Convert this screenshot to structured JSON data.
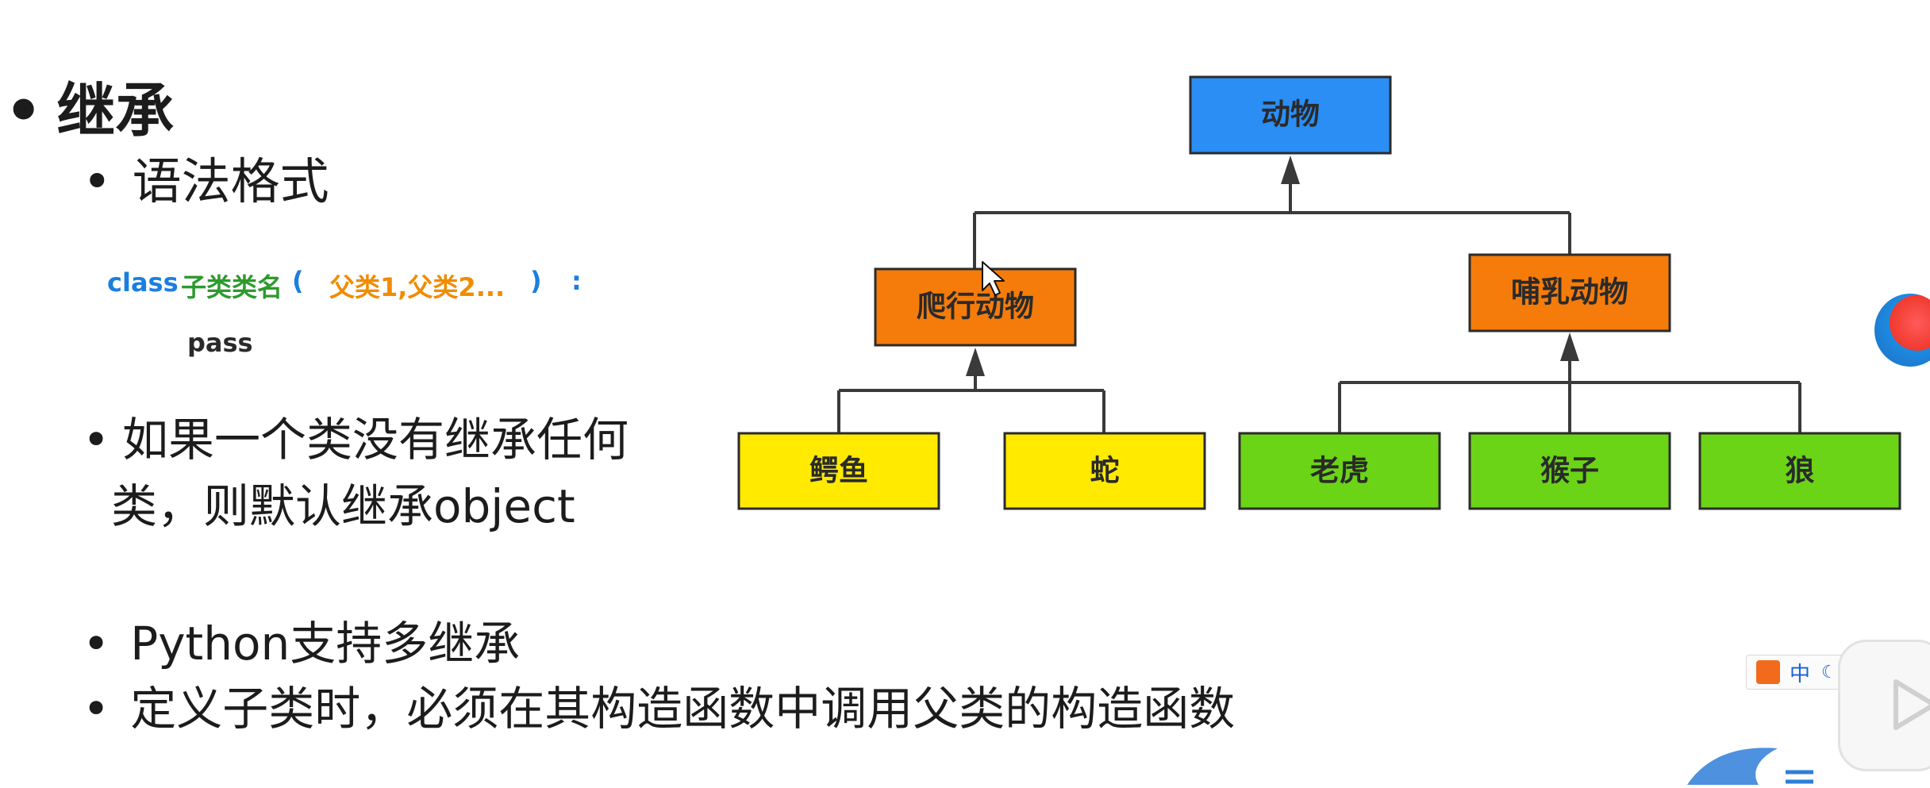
{
  "heading": {
    "bullet": "•",
    "title": "继承"
  },
  "syntax": {
    "bullet": "•",
    "label": "语法格式",
    "code": {
      "keyword": "class",
      "subclass": "子类类名",
      "open_paren": "(",
      "parents": "父类1,父类2...",
      "close_paren": ")",
      "colon": ":",
      "body": "pass"
    }
  },
  "points": [
    {
      "bullet": "•",
      "line1": "如果一个类没有继承任何",
      "line2": "类，则默认继承object"
    },
    {
      "bullet": "•",
      "text": "Python支持多继承"
    },
    {
      "bullet": "•",
      "text": "定义子类时，必须在其构造函数中调用父类的构造函数"
    }
  ],
  "diagram": {
    "root": "动物",
    "left_parent": "爬行动物",
    "right_parent": "哺乳动物",
    "left_children": [
      "鳄鱼",
      "蛇"
    ],
    "right_children": [
      "老虎",
      "猴子",
      "狼"
    ]
  },
  "overlay": {
    "ime_label": "中"
  },
  "colors": {
    "root": "#2a8ef5",
    "parent": "#f57c0a",
    "reptile_child": "#ffea00",
    "mammal_child": "#6bd416",
    "code_blue": "#1a7fe0",
    "code_green": "#2e9a2e",
    "code_orange": "#f08c00"
  }
}
